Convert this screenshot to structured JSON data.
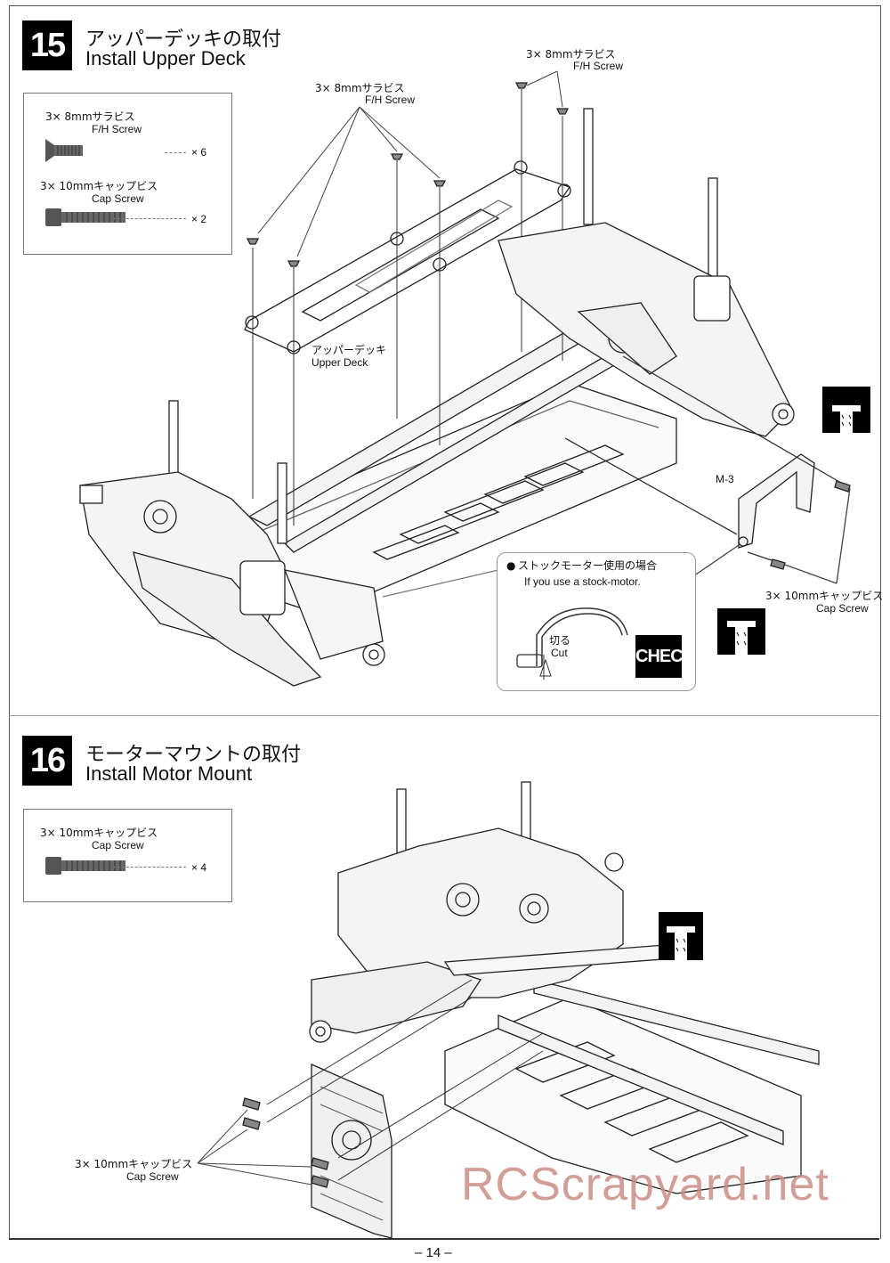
{
  "steps": [
    {
      "number": "15",
      "title_jp": "アッパーデッキの取付",
      "title_en": "Install Upper Deck",
      "parts": [
        {
          "name_jp": "3× 8mmサラビス",
          "name_en": "F/H Screw",
          "qty": "× 6"
        },
        {
          "name_jp": "3× 10mmキャップビス",
          "name_en": "Cap Screw",
          "qty": "× 2"
        }
      ],
      "callouts": {
        "screws_top_jp": "3× 8mmサラビス",
        "screws_top_en": "F/H Screw",
        "screws_right_jp": "3× 8mmサラビス",
        "screws_right_en": "F/H Screw",
        "upper_deck_jp": "アッパーデッキ",
        "upper_deck_en": "Upper Deck",
        "motor_mount_part": "M-3",
        "cap_screw_jp": "3× 10mmキャップビス",
        "cap_screw_en": "Cap Screw"
      },
      "check_note": {
        "bullet": "●",
        "jp": "ストックモーター使用の場合",
        "en": "If you use a stock-motor.",
        "cut_jp": "切る",
        "cut_en": "Cut",
        "badge": "CHECK"
      }
    },
    {
      "number": "16",
      "title_jp": "モーターマウントの取付",
      "title_en": "Install Motor Mount",
      "parts": [
        {
          "name_jp": "3× 10mmキャップビス",
          "name_en": "Cap Screw",
          "qty": "× 4"
        }
      ],
      "callouts": {
        "cap_screw_jp": "3× 10mmキャップビス",
        "cap_screw_en": "Cap Screw"
      }
    }
  ],
  "watermark": "RCScrapyard.net",
  "page_number": "– 14 –"
}
